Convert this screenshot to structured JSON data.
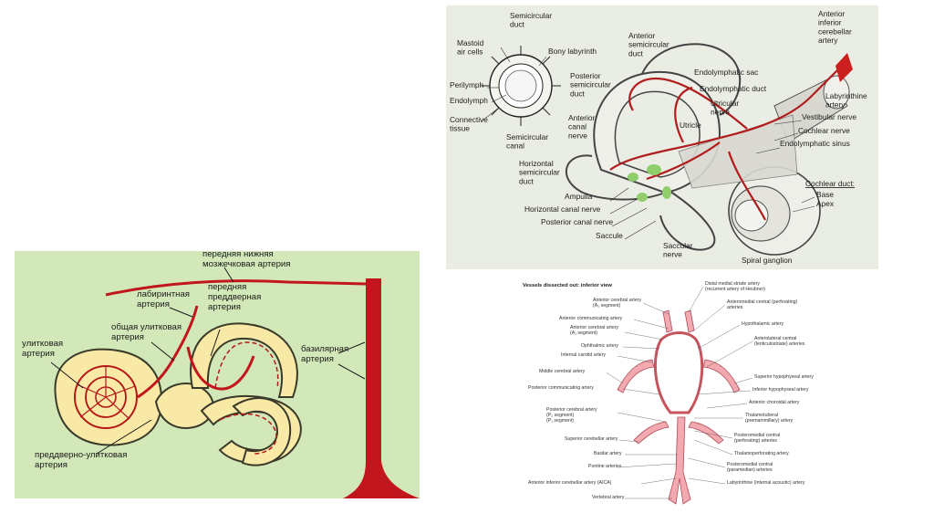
{
  "slide": {
    "ear_figure": {
      "labels": {
        "semicircular_duct": "Semicircular\nduct",
        "mastoid_air_cells": "Mastoid\nair cells",
        "bony_labyrinth": "Bony labyrinth",
        "perilymph": "Perilymph",
        "endolymph": "Endolymph",
        "connective_tissue": "Connective\ntissue",
        "semicircular_canal": "Semicircular\ncanal",
        "anterior_semicircular_duct": "Anterior\nsemicircular\nduct",
        "posterior_semicircular_duct": "Posterior\nsemicircular\nduct",
        "anterior_canal_nerve": "Anterior\ncanal\nnerve",
        "horizontal_semicircular_duct": "Horizontal\nsemicircular\nduct",
        "ampulla": "Ampulla",
        "horizontal_canal_nerve": "Horizontal canal nerve",
        "posterior_canal_nerve": "Posterior canal nerve",
        "saccule": "Saccule",
        "saccular_nerve": "Saccular\nnerve",
        "spiral_ganglion": "Spiral ganglion",
        "endolymphatic_sac": "Endolymphatic sac",
        "endolymphatic_duct": "Endolymphatic duct",
        "utricular_nerve": "Utricular\nnerve",
        "utricle": "Utricle",
        "aica": "Anterior\ninferior\ncerebellar\nartery",
        "labyrinthine_artery": "Labyrinthine\nartery",
        "vestibular_nerve": "Vestibular nerve",
        "cochlear_nerve": "Cochlear nerve",
        "endolymphatic_sinus": "Endolymphatic sinus",
        "cochlear_duct": "Cochlear duct:",
        "base": "Base",
        "apex": "Apex"
      }
    },
    "russian_figure": {
      "labels": {
        "aica": "передняя нижняя\nмозжечковая артерия",
        "labyrinthine": "лабиринтная\nартерия",
        "anterior_vestibular": "передняя\nпреддверная\nартерия",
        "common_cochlear": "общая улитковая\nартерия",
        "cochlear": "улитковая\nартерия",
        "basilar": "базилярная\nартерия",
        "vestibulocochlear": "преддверно-улитковая\nартерия"
      }
    },
    "circle_figure": {
      "title": "Vessels dissected out: inferior view",
      "left_labels": [
        "Anterior cerebral artery\n(A₂ segment)",
        "Anterior communicating artery",
        "Anterior cerebral artery\n(A₁ segment)",
        "Ophthalmic artery",
        "Internal carotid artery",
        "Middle cerebral artery",
        "Posterior communicating artery",
        "Posterior cerebral artery\n(P₂ segment)\n(P₁ segment)",
        "Superior cerebellar artery",
        "Basilar artery",
        "Pontine arteries",
        "Anterior inferior cerebellar artery (AICA)",
        "Vertebral artery"
      ],
      "right_labels": [
        "Distal medial striate artery\n(recurrent artery of Heubner)",
        "Anteromedial central (perforating)\narteries",
        "Hypothalamic artery",
        "Anterolateral central\n(lenticulostriate) arteries",
        "Superior hypophyseal artery",
        "Inferior hypophyseal artery",
        "Anterior choroidal artery",
        "Thalamotuberal\n(premammillary) artery",
        "Posteromedial central\n(perforating) arteries",
        "Thalamoperforating artery",
        "Posteromedial central\n(paramedian) arteries",
        "Labyrinthine (internal acoustic) artery"
      ]
    }
  }
}
